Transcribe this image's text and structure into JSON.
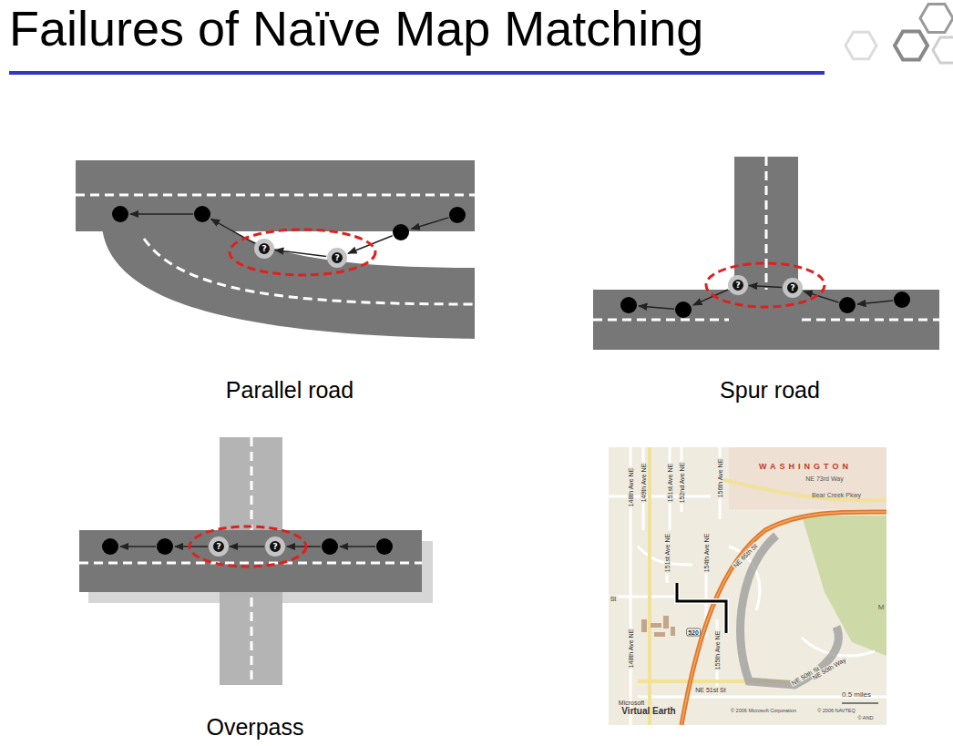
{
  "diagram": {
    "title": "Failures of Naïve Map Matching",
    "nodes": [
      {
        "text": [
          "?"
        ]
      },
      {
        "text": [
          "?"
        ]
      },
      {
        "text": [
          "?"
        ]
      },
      {
        "text": [
          "?"
        ]
      },
      {
        "text": [
          "?"
        ]
      },
      {
        "text": [
          "?"
        ]
      }
    ],
    "edges": [
      {
        "from": 1,
        "to": 0,
        "arrow": "to"
      },
      {
        "from": 3,
        "to": 2,
        "arrow": "to"
      },
      {
        "from": 5,
        "to": 4,
        "arrow": "to"
      }
    ],
    "labels": [
      "Parallel road",
      "Spur road",
      "Overpass",
      "148th Ave NE",
      "149th Ave NE",
      "151st Ave NE",
      "152nd Ave NE",
      "156th Ave NE",
      "WASHINGTON",
      "NE 73rd Way",
      "Bear Creek Pkwy",
      "151st Ave NE",
      "154th Ave NE",
      "NE 65th St",
      "St",
      "148th Ave NE",
      "520",
      "155th Ave NE",
      "NE 51st St",
      "NE 50th St",
      "NE 50th Way",
      "0.5 miles",
      "Microsoft",
      "Virtual Earth",
      "© 2006 Microsoft Corporation",
      "© 2006 NAVTEQ",
      "© AND",
      "M"
    ]
  }
}
